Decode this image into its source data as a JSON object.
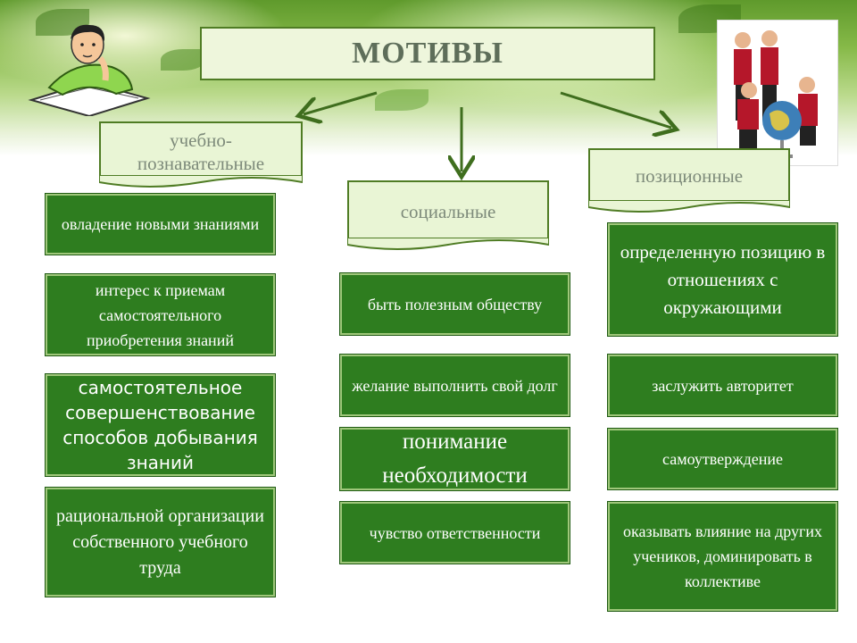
{
  "title": "МОТИВЫ",
  "colors": {
    "box_fill": "#2e7d1f",
    "category_fill": "#e9f5d5",
    "arrow": "#3f6e1e"
  },
  "categories": [
    {
      "label": "учебно-познавательные",
      "line1": "учебно-",
      "line2": "познавательные",
      "items": [
        "овладение новыми знаниями",
        "интерес к приемам самостоятельного приобретения знаний",
        "самостоятельное совершенствование способов добывания знаний",
        "рациональной организации собственного учебного труда"
      ]
    },
    {
      "label": "социальные",
      "items": [
        "быть полезным обществу",
        "желание выполнить свой долг",
        "понимание необходимости",
        "чувство ответственности"
      ]
    },
    {
      "label": "позиционные",
      "items": [
        "определенную позицию в отношениях с окружающими",
        "заслужить авторитет",
        "самоутверждение",
        "оказывать влияние на других учеников, доминировать в коллективе"
      ]
    }
  ]
}
